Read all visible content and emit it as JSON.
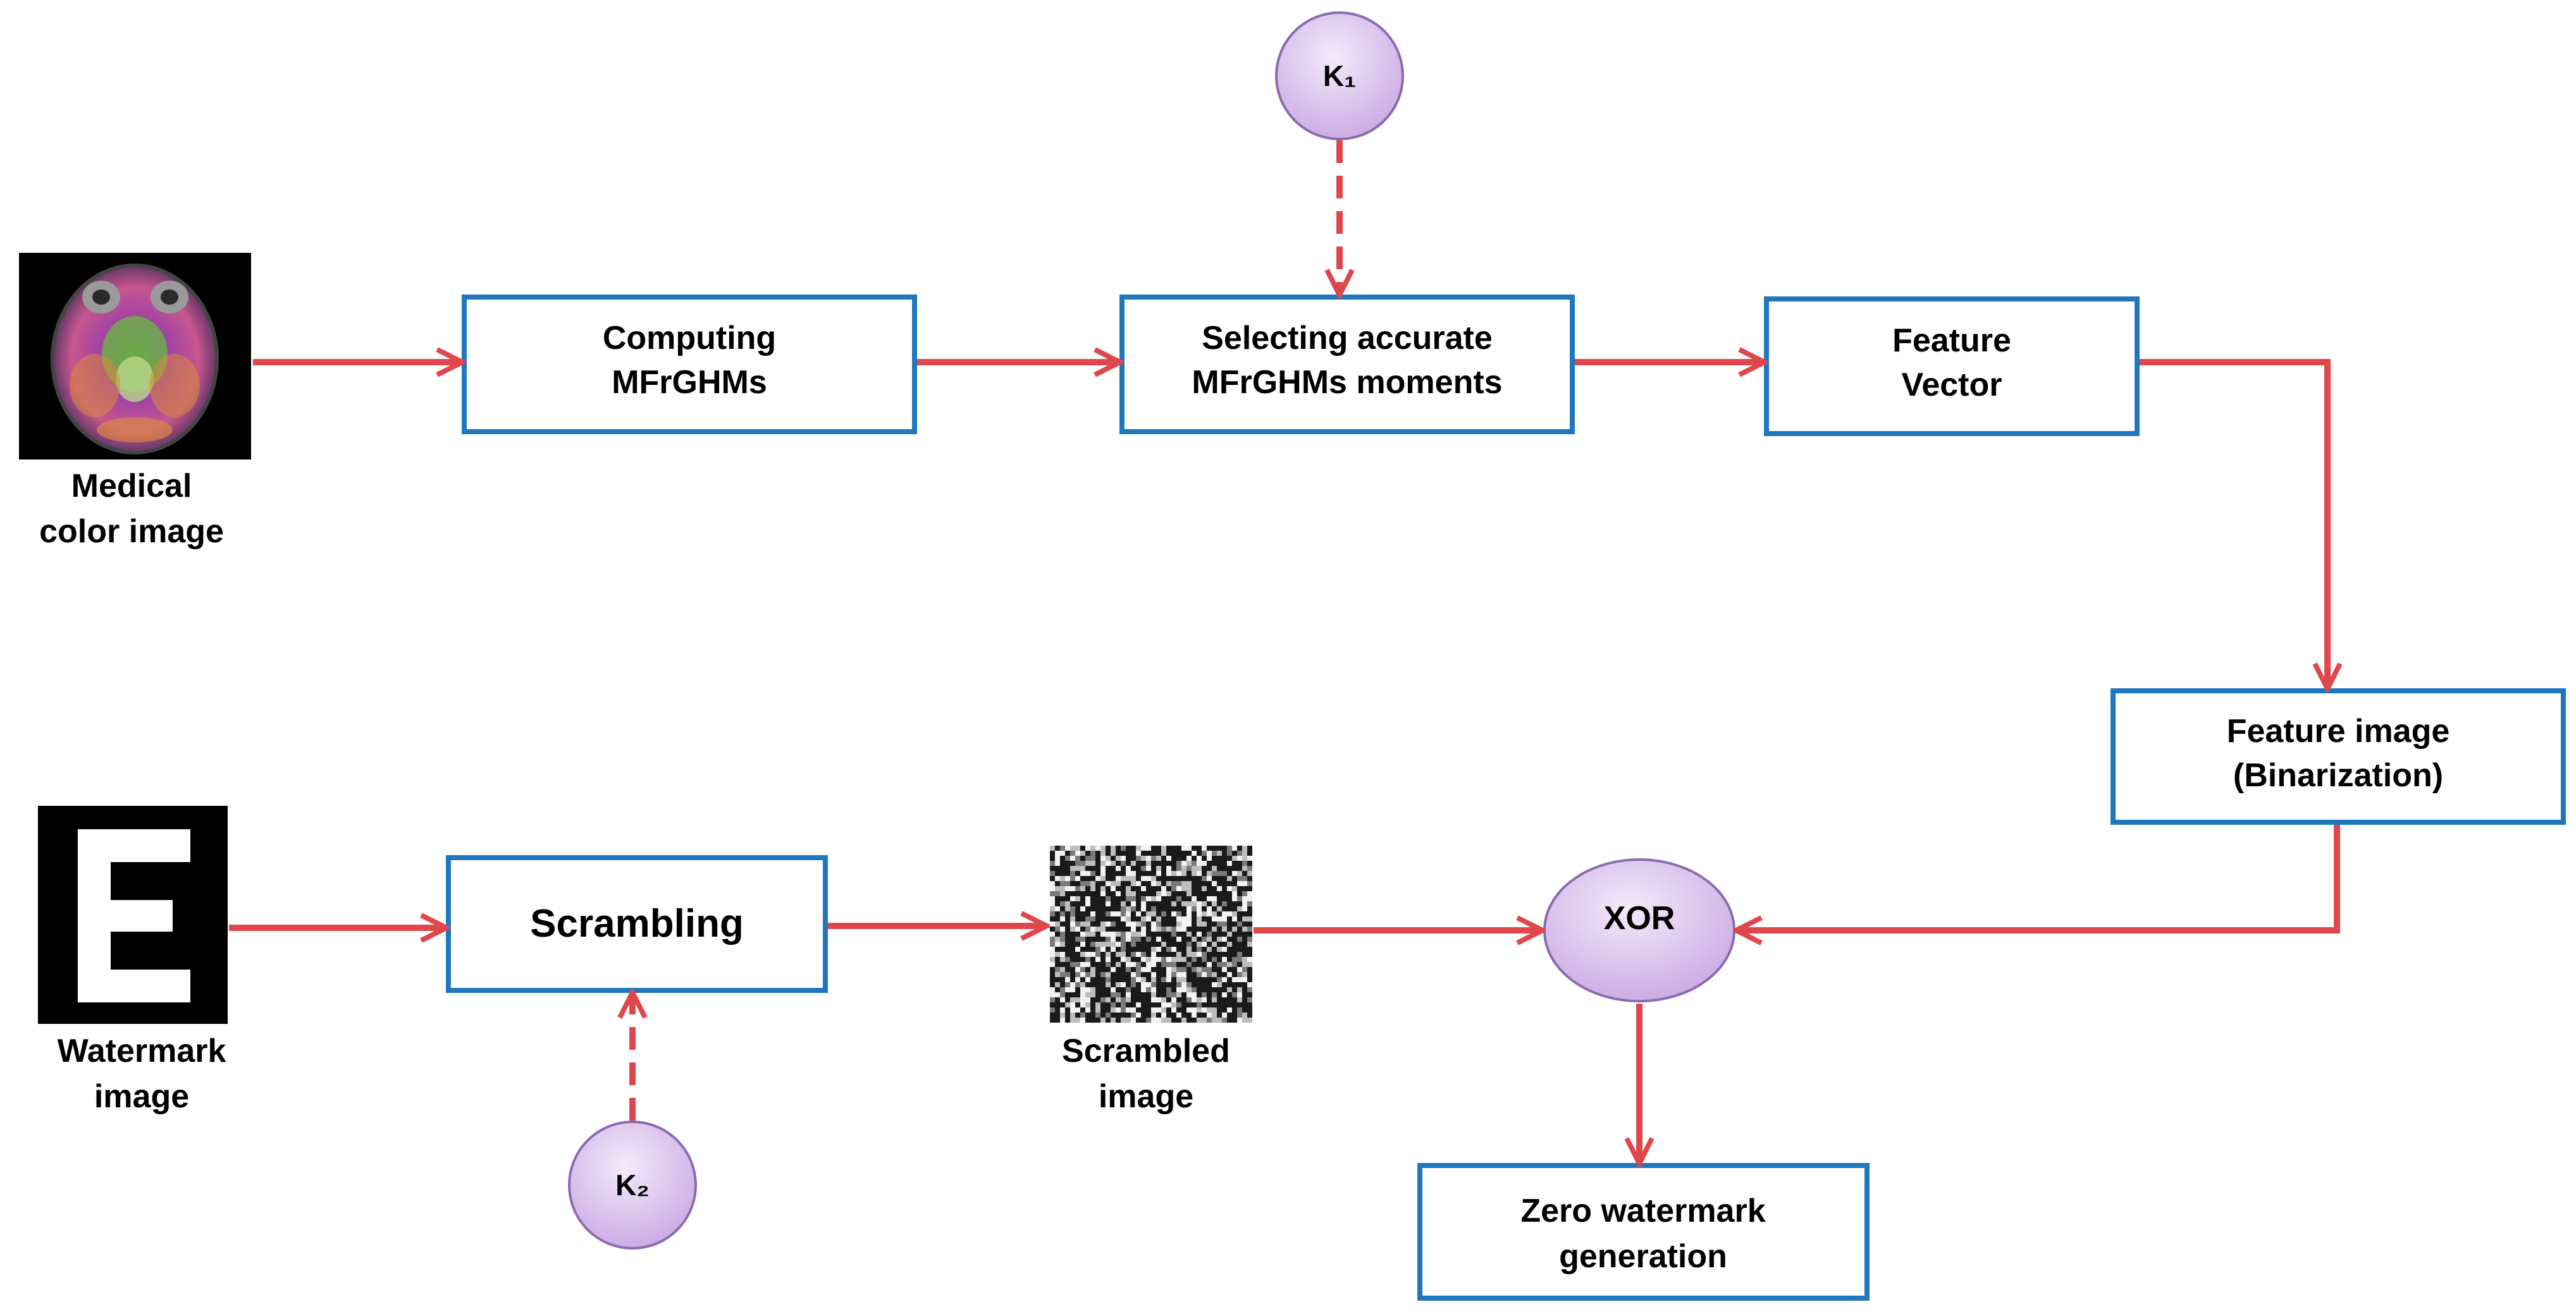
{
  "boxes": {
    "computing": [
      "Computing",
      "MFrGHMs"
    ],
    "selecting": [
      "Selecting accurate",
      "MFrGHMs moments"
    ],
    "feature_vector": [
      "Feature",
      "Vector"
    ],
    "feature_image": [
      "Feature image",
      "(Binarization)"
    ],
    "scrambling": [
      "Scrambling"
    ],
    "zero_watermark": [
      "Zero watermark",
      "generation"
    ]
  },
  "nodes": {
    "k1": "K₁",
    "k2": "K₂",
    "xor": "XOR"
  },
  "captions": {
    "medical": [
      "Medical",
      "color image"
    ],
    "watermark": [
      "Watermark",
      "image"
    ],
    "scrambled": [
      "Scrambled",
      "image"
    ]
  },
  "colors": {
    "box_border": "#1f77c0",
    "arrow": "#e0474c",
    "node_fill_top": "#f4eafa",
    "node_fill_bottom": "#c9a8e4",
    "node_border": "#8a6bb1"
  },
  "watermark_glyph": "E"
}
